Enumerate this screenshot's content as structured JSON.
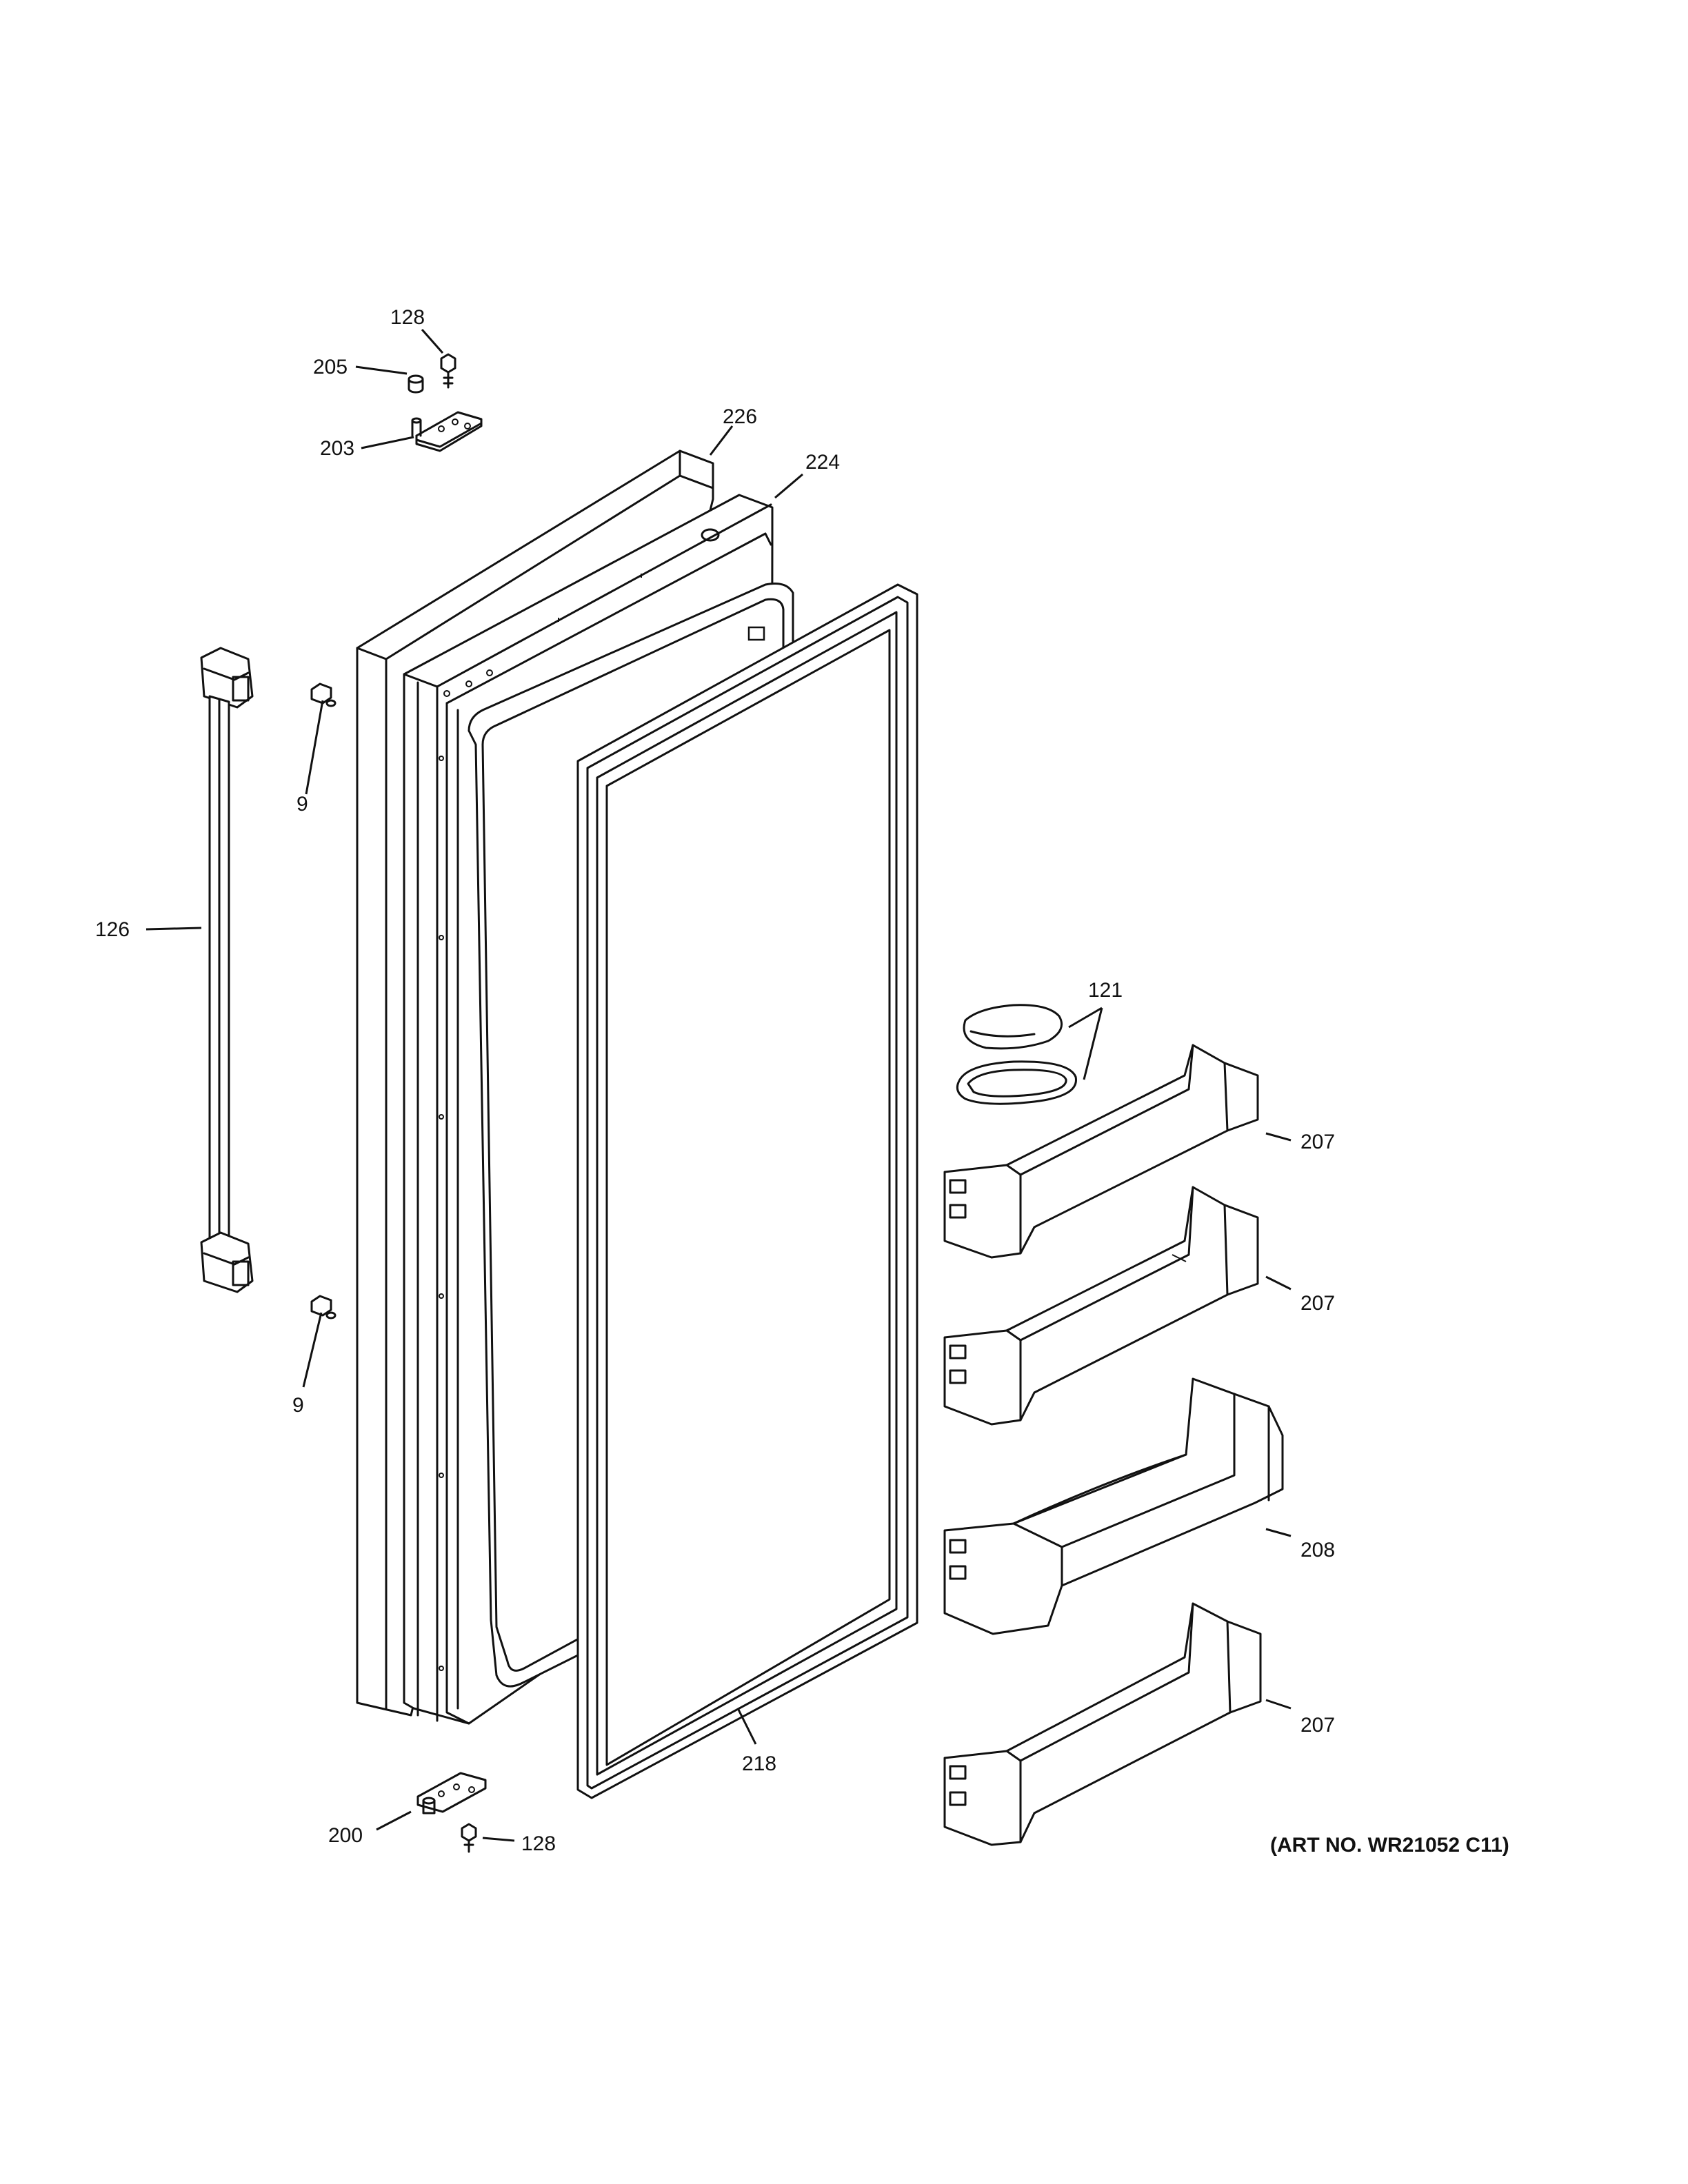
{
  "callouts": {
    "c128_top": "128",
    "c205": "205",
    "c203": "203",
    "c226": "226",
    "c224": "224",
    "c9_top": "9",
    "c126": "126",
    "c121": "121",
    "c207_a": "207",
    "c207_b": "207",
    "c208": "208",
    "c207_c": "207",
    "c9_bottom": "9",
    "c218": "218",
    "c200": "200",
    "c128_bottom": "128"
  },
  "art_number": "(ART NO. WR21052 C11)"
}
